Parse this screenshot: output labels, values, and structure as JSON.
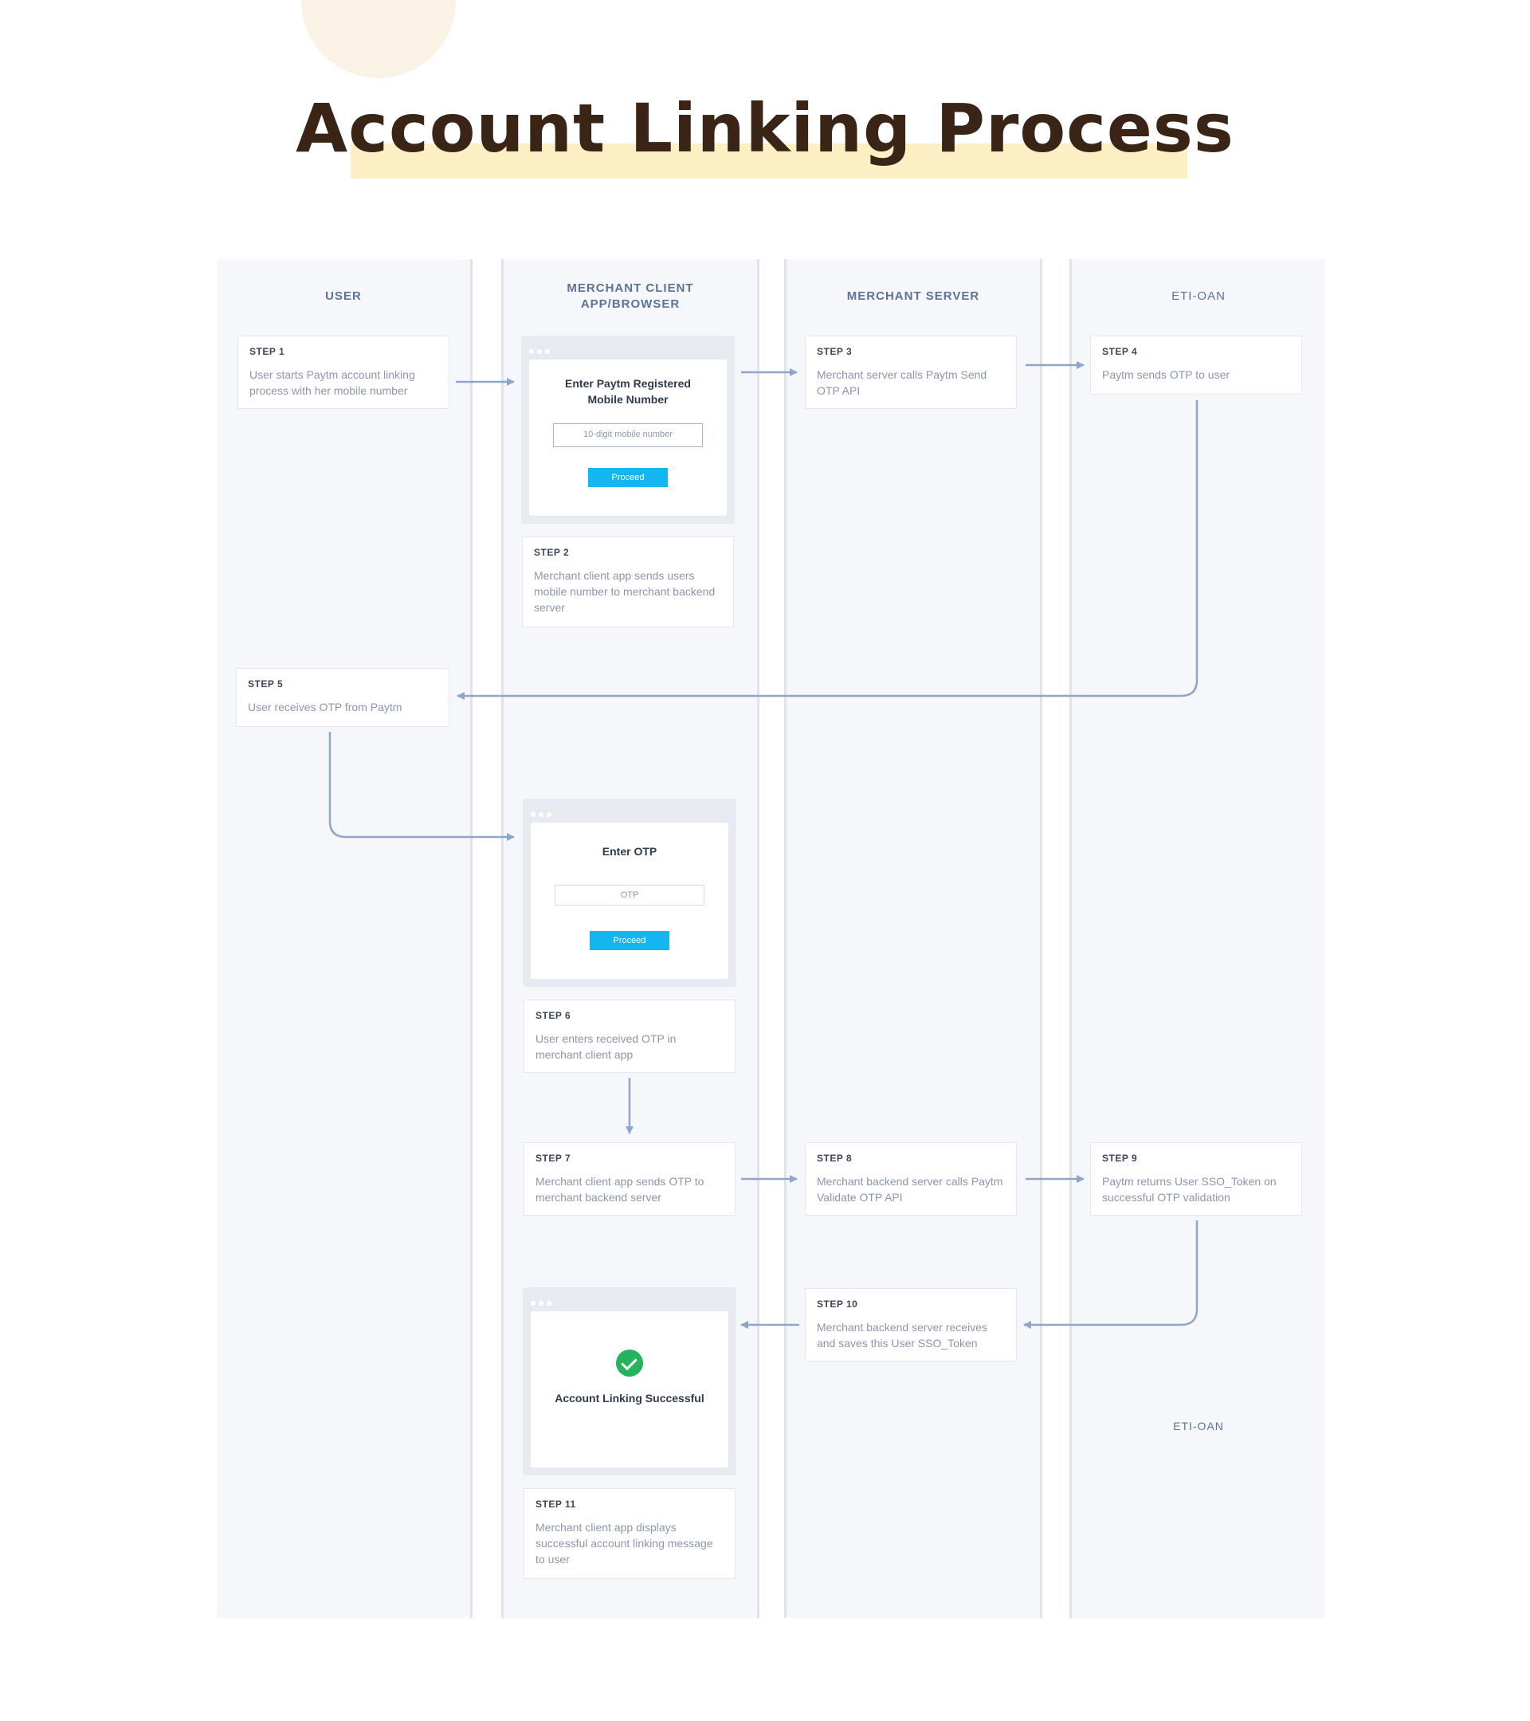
{
  "title": "Account Linking Process",
  "colors": {
    "title": "#3a2416",
    "highlight": "#fdefc4",
    "lane": "#f5f7fa",
    "arrow": "#8fa6c8",
    "button": "#14b6f0",
    "success": "#25b35b"
  },
  "lanes": {
    "user": "USER",
    "client": "MERCHANT CLIENT\nAPP/BROWSER",
    "server": "MERCHANT SERVER",
    "paytm": "ETI-OAN"
  },
  "footer_lane_label": "ETI-OAN",
  "steps": {
    "s1": {
      "label": "STEP 1",
      "text": "User starts Paytm account linking process with her mobile number"
    },
    "s2": {
      "label": "STEP 2",
      "text": "Merchant client app sends users mobile number to merchant backend server"
    },
    "s3": {
      "label": "STEP 3",
      "text": "Merchant server calls Paytm Send OTP API"
    },
    "s4": {
      "label": "STEP 4",
      "text": "Paytm sends OTP to user"
    },
    "s5": {
      "label": "STEP 5",
      "text": "User receives OTP from Paytm"
    },
    "s6": {
      "label": "STEP 6",
      "text": "User enters received OTP in merchant client app"
    },
    "s7": {
      "label": "STEP 7",
      "text": "Merchant client app sends OTP to merchant backend server"
    },
    "s8": {
      "label": "STEP 8",
      "text": "Merchant backend server calls Paytm Validate OTP API"
    },
    "s9": {
      "label": "STEP 9",
      "text": "Paytm returns User SSO_Token on successful OTP validation"
    },
    "s10": {
      "label": "STEP 10",
      "text": "Merchant backend server receives and saves this User SSO_Token"
    },
    "s11": {
      "label": "STEP 11",
      "text": "Merchant client app displays successful account linking message to user"
    }
  },
  "screens": {
    "mobile": {
      "title": "Enter Paytm Registered\nMobile Number",
      "placeholder": "10-digit mobile number",
      "button": "Proceed"
    },
    "otp": {
      "title": "Enter OTP",
      "placeholder": "OTP",
      "button": "Proceed"
    },
    "success": {
      "title": "Account Linking Successful",
      "icon": "check-circle-icon"
    }
  }
}
